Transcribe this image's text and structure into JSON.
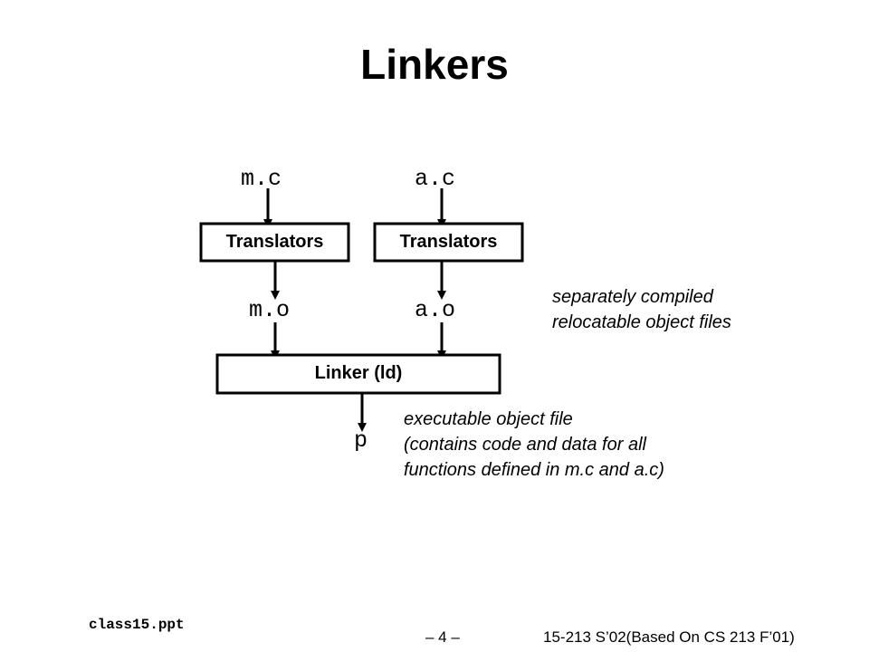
{
  "slide": {
    "title": "Linkers"
  },
  "diagram": {
    "sources": {
      "m": "m.c",
      "a": "a.c"
    },
    "translators": {
      "left": "Translators",
      "right": "Translators"
    },
    "objects": {
      "m": "m.o",
      "a": "a.o"
    },
    "linker": "Linker (ld)",
    "output": "p",
    "notes": {
      "relocatable": [
        "separately compiled",
        "relocatable object files"
      ],
      "executable": [
        "executable object file",
        "(contains code and data for all",
        "functions defined in m.c and a.c)"
      ]
    }
  },
  "footer": {
    "file": "class15.ppt",
    "page": "– 4 –",
    "course": "15-213 S’02(Based On CS 213 F’01)"
  }
}
